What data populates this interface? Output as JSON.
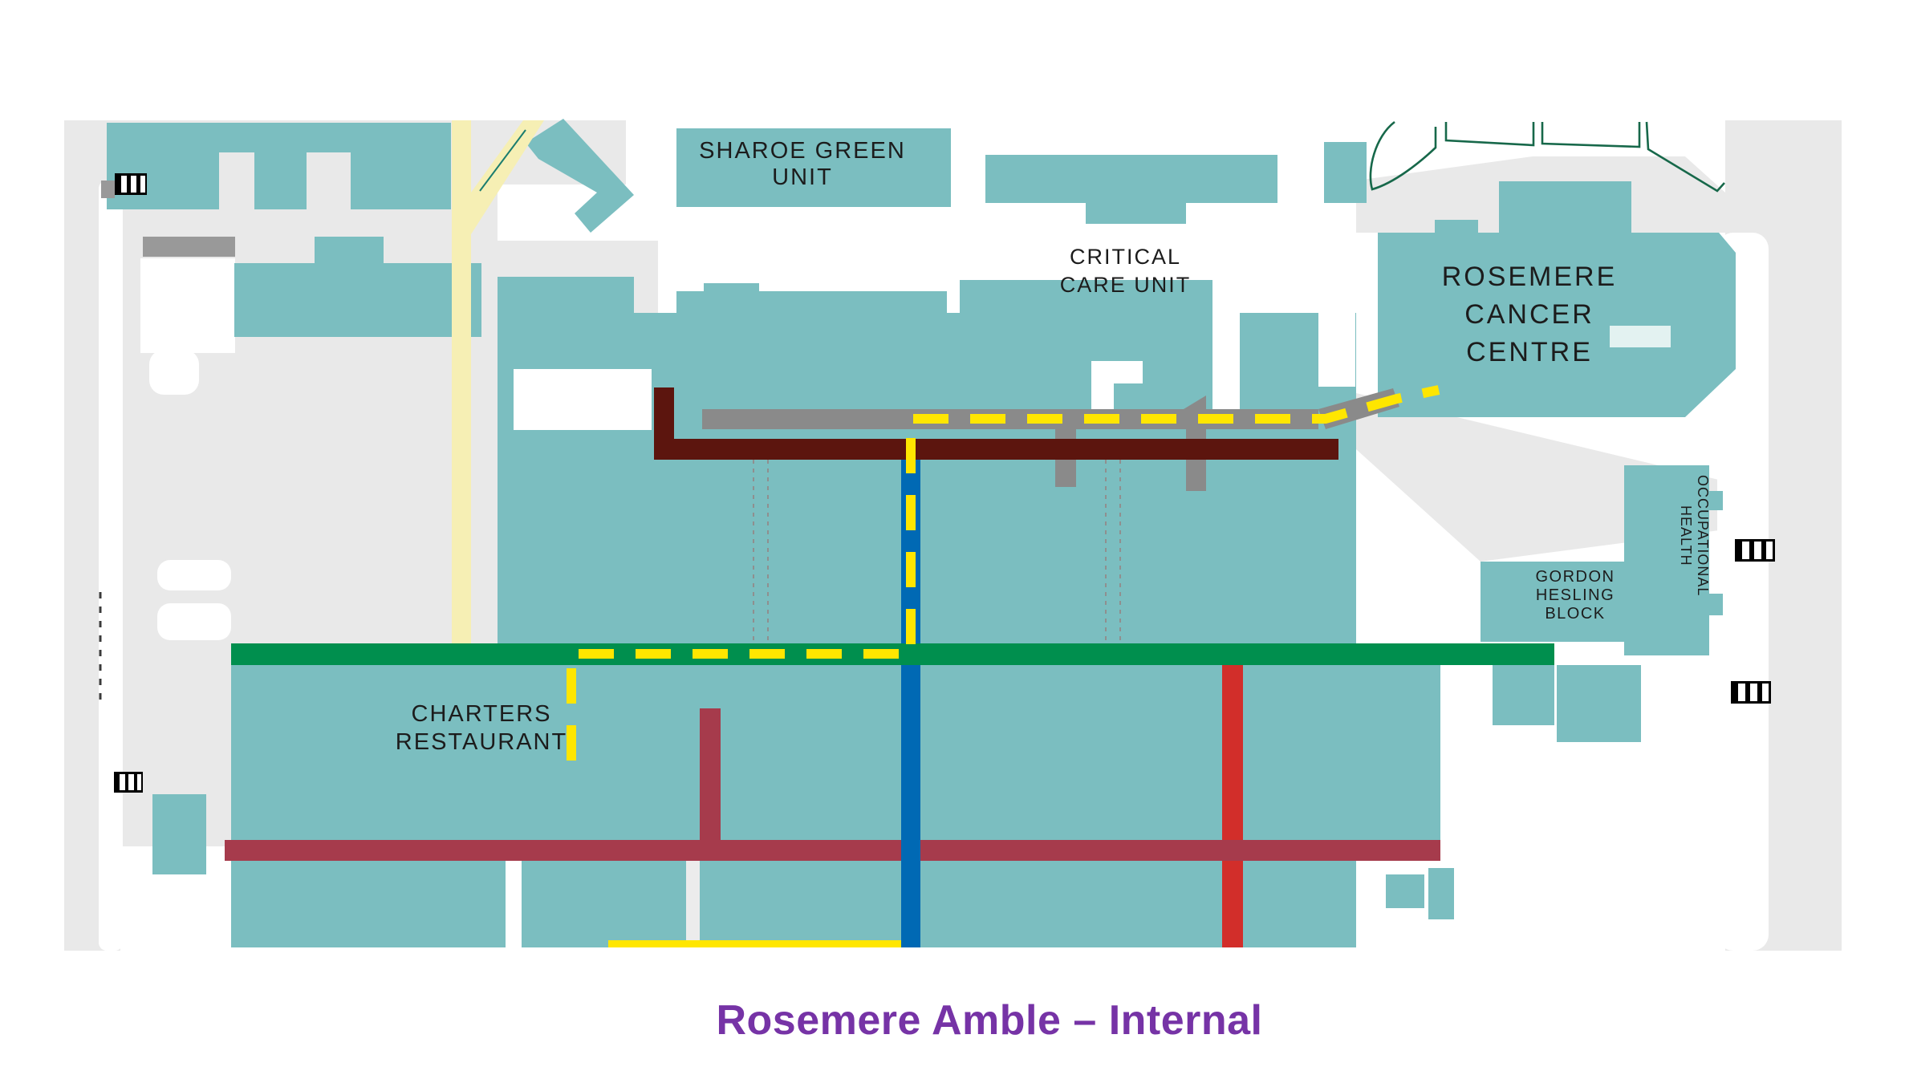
{
  "title": {
    "text": "Rosemere Amble – Internal",
    "color": "#7633a6"
  },
  "map": {
    "labels": {
      "sharoe_green_unit": "SHAROE GREEN\nUNIT",
      "critical_care_unit": "CRITICAL\nCARE UNIT",
      "rosemere_cancer_centre": "ROSEMERE\nCANCER\nCENTRE",
      "occupational_health": "OCCUPATIONAL\nHEALTH",
      "gordon_hesling_block": "GORDON\nHESLING\nBLOCK",
      "charters_restaurant": "CHARTERS\nRESTAURANT"
    },
    "colors": {
      "building_teal": "#7bbec0",
      "building_inner_light": "#e3f2f1",
      "campus_gray": "#e9e9e9",
      "walkway_gray": "#8a8a8a",
      "block_gray": "#999999",
      "road_yellow": "#f6efb4",
      "hedge_green_outline": "#17684a",
      "route_yellow_dashed": "#ffe600",
      "route_green": "#008f4e",
      "route_blue": "#0069b4",
      "route_red": "#d22e2a",
      "route_crimson": "#a63b4c",
      "route_maroon": "#5c150e",
      "label_text": "#1c1c1c"
    },
    "icons": {
      "pedestrian_crossing_count": 4,
      "pedestrian_crossing": "pedestrian-crossing-icon"
    }
  }
}
